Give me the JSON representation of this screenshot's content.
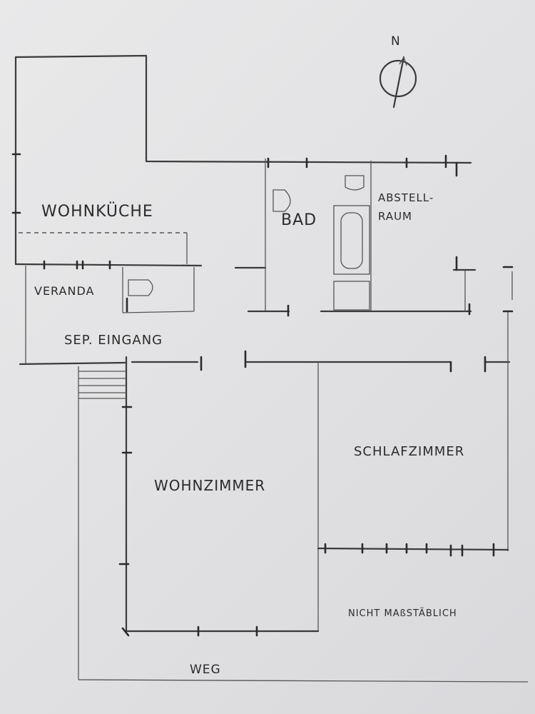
{
  "compass": {
    "label": "N"
  },
  "rooms": {
    "wohnkueche": "WOHNKÜCHE",
    "veranda": "VERANDA",
    "bad": "BAD",
    "abstellraum": "ABSTELL-\nRAUM",
    "eingang": "SEP. EINGANG",
    "wohnzimmer": "WOHNZIMMER",
    "schlafzimmer": "SCHLAFZIMMER"
  },
  "path_label": "WEG",
  "scale_note": "NICHT MAßSTÄBLICH"
}
